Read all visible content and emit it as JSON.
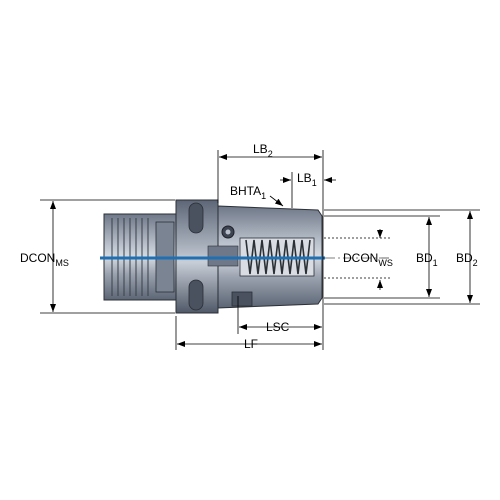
{
  "labels": {
    "lb2": {
      "main": "LB",
      "sub": "2"
    },
    "lb1": {
      "main": "LB",
      "sub": "1"
    },
    "bhta1": {
      "main": "BHTA",
      "sub": "1"
    },
    "dcon_ms": {
      "main": "DCON",
      "sub": "MS"
    },
    "dcon_ws": {
      "main": "DCON",
      "sub": "WS"
    },
    "bd1": {
      "main": "BD",
      "sub": "1"
    },
    "bd2": {
      "main": "BD",
      "sub": "2"
    },
    "lsc": {
      "main": "LSC"
    },
    "lf": {
      "main": "LF"
    }
  },
  "colors": {
    "body": "#8f98a6",
    "body_dark": "#5f6878",
    "body_light": "#c3c9d2",
    "centerline": "#1f6fb2",
    "dim_line": "#000000"
  }
}
